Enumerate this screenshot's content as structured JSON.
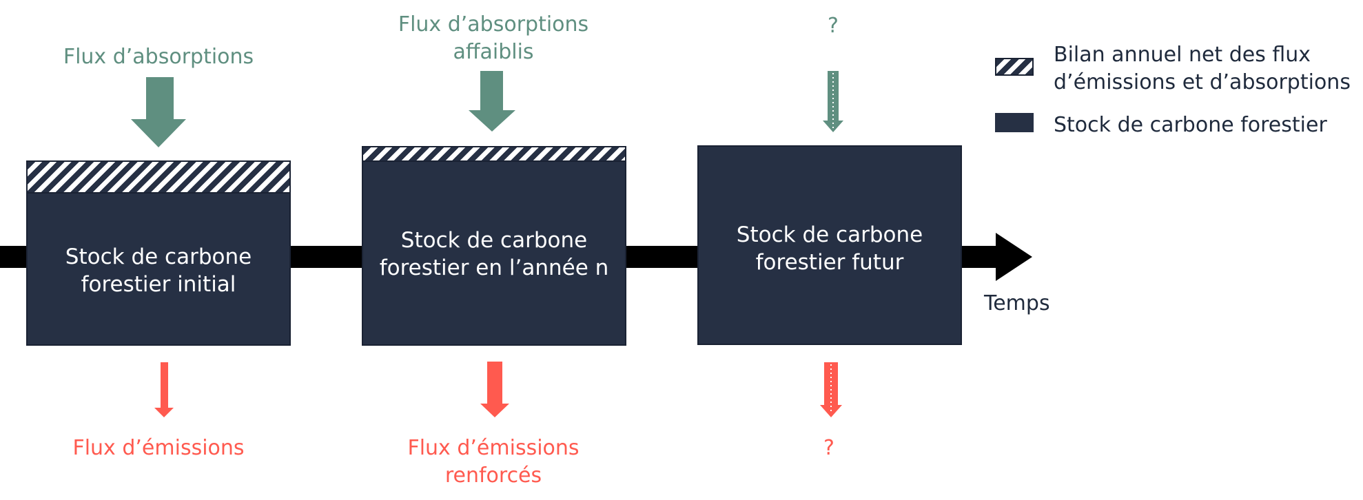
{
  "colors": {
    "absorption": "#5f8f80",
    "emission": "#ff5a4f",
    "stock": "#263044",
    "axis": "#000000"
  },
  "stages": [
    {
      "absorption_label": "Flux d’absorptions",
      "stock_label_line1": "Stock de carbone",
      "stock_label_line2": "forestier initial",
      "emission_label": "Flux d’émissions"
    },
    {
      "absorption_label_line1": "Flux d’absorptions",
      "absorption_label_line2": "affaiblis",
      "stock_label_line1": "Stock de carbone",
      "stock_label_line2": "forestier en l’année n",
      "emission_label_line1": "Flux d’émissions",
      "emission_label_line2": "renforcés"
    },
    {
      "absorption_label": "?",
      "stock_label_line1": "Stock de carbone",
      "stock_label_line2": "forestier futur",
      "emission_label": "?"
    }
  ],
  "axis_label": "Temps",
  "legend": {
    "hatched_line1": "Bilan annuel net des flux",
    "hatched_line2": "d’émissions et d’absorptions",
    "solid": "Stock de carbone forestier"
  }
}
